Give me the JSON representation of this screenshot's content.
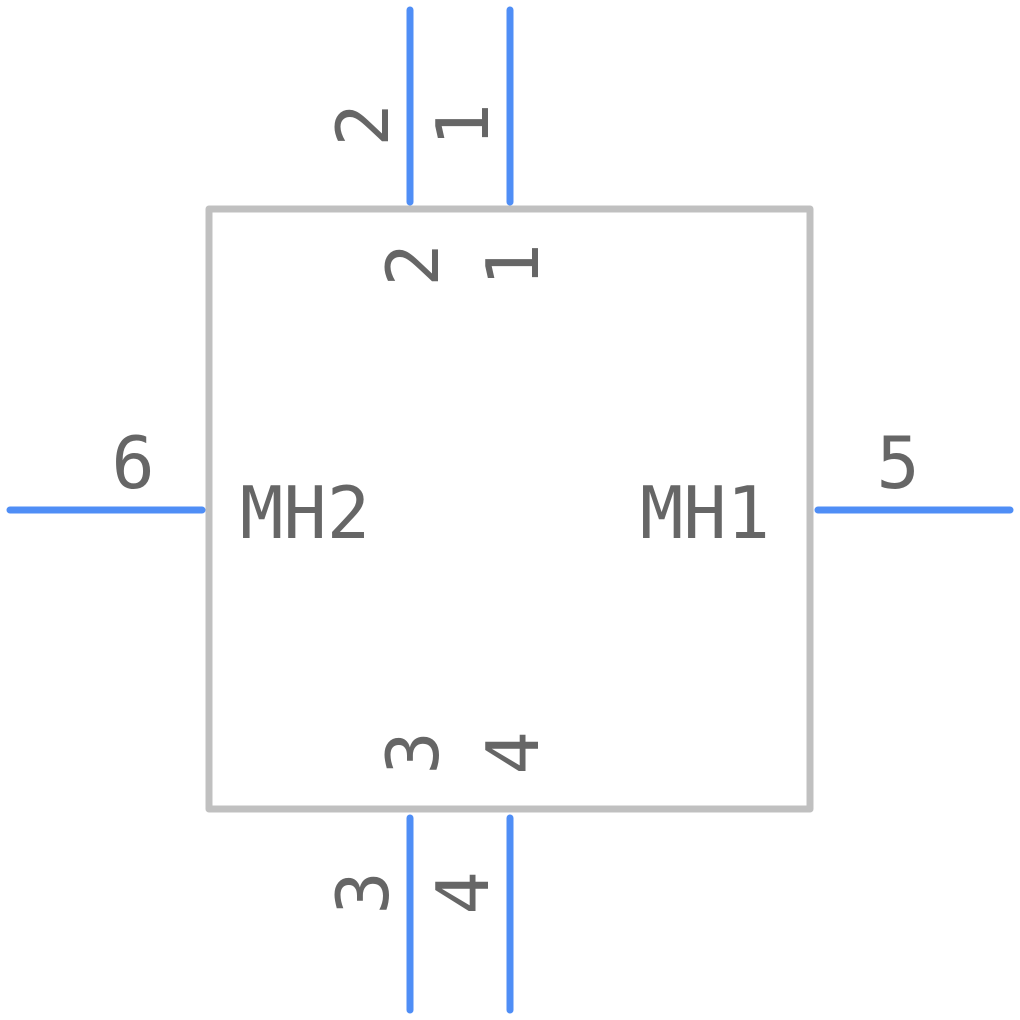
{
  "colors": {
    "body": "#c0c0c0",
    "pin": "#4f8ef6",
    "text": "#666666",
    "background": "#ffffff"
  },
  "component": {
    "labels": {
      "mh2": "MH2",
      "mh1": "MH1"
    }
  },
  "pins": [
    {
      "id": "pin1",
      "number": "1",
      "name": "1"
    },
    {
      "id": "pin2",
      "number": "2",
      "name": "2"
    },
    {
      "id": "pin3",
      "number": "3",
      "name": "3"
    },
    {
      "id": "pin4",
      "number": "4",
      "name": "4"
    },
    {
      "id": "pin5",
      "number": "5"
    },
    {
      "id": "pin6",
      "number": "6"
    }
  ]
}
